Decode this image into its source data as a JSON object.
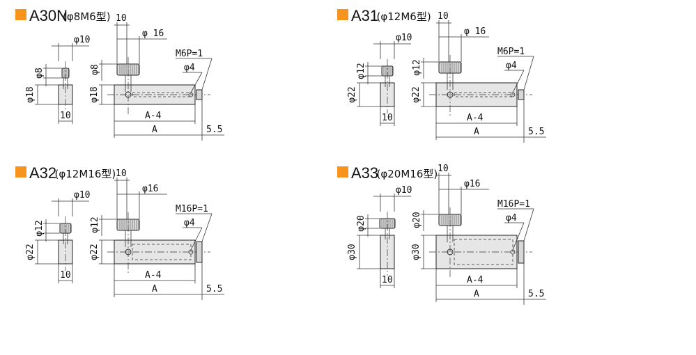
{
  "colors": {
    "marker": "#f7941d",
    "body_fill": "#e6e6e6",
    "line": "#222222"
  },
  "panels": [
    {
      "id": "a30n",
      "title": "A30N",
      "subtitle": "(φ8M6型)",
      "labels": {
        "side_top": "φ10",
        "side_knob": "φ8",
        "side_body": "φ18",
        "side_width": "10",
        "front_top": "10",
        "front_knob_dia": "φ 16",
        "front_knob": "φ8",
        "front_body": "φ18",
        "thread": "M6P=1",
        "hole": "φ4",
        "inner_len": "A-4",
        "total_len": "A",
        "protrude": "5.5"
      }
    },
    {
      "id": "a31",
      "title": "A31",
      "subtitle": "(φ12M6型)",
      "labels": {
        "side_top": "φ10",
        "side_knob": "φ12",
        "side_body": "φ22",
        "side_width": "10",
        "front_top": "10",
        "front_knob_dia": "φ 16",
        "front_knob": "φ12",
        "front_body": "φ22",
        "thread": "M6P=1",
        "hole": "φ4",
        "inner_len": "A-4",
        "total_len": "A",
        "protrude": "5.5"
      }
    },
    {
      "id": "a32",
      "title": "A32",
      "subtitle": "(φ12M16型)",
      "labels": {
        "side_top": "φ10",
        "side_knob": "φ12",
        "side_body": "φ22",
        "side_width": "10",
        "front_top": "10",
        "front_knob_dia": "φ16",
        "front_knob": "φ12",
        "front_body": "φ22",
        "thread": "M16P=1",
        "hole": "φ4",
        "inner_len": "A-4",
        "total_len": "A",
        "protrude": "5.5"
      }
    },
    {
      "id": "a33",
      "title": "A33",
      "subtitle": "(φ20M16型)",
      "labels": {
        "side_top": "φ10",
        "side_knob": "φ20",
        "side_body": "φ30",
        "side_width": "10",
        "front_top": "10",
        "front_knob_dia": "φ16",
        "front_knob": "φ20",
        "front_body": "φ30",
        "thread": "M16P=1",
        "hole": "φ4",
        "inner_len": "A-4",
        "total_len": "A",
        "protrude": "5.5"
      }
    }
  ]
}
